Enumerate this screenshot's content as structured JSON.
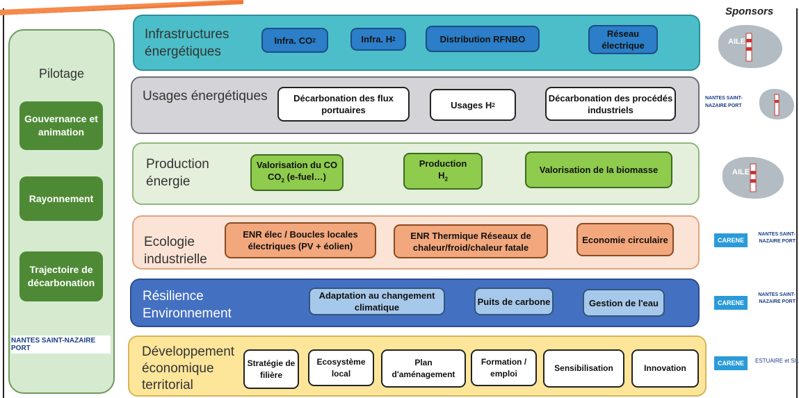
{
  "pilotage": {
    "title": "Pilotage",
    "items": [
      "Gouvernance et animation",
      "Rayonnement",
      "Trajectoire de décarbonation"
    ]
  },
  "sponsors": {
    "title": "Sponsors",
    "logos": [
      "AILE",
      "NANTES SAINT-NAZAIRE PORT",
      "CARENE",
      "ESTUAIRE et SILLON"
    ]
  },
  "bands": [
    {
      "title": [
        "Infrastructures",
        "énergétiques"
      ],
      "color": "#4bbec9",
      "items": [
        "Infra. CO",
        "Infra. H",
        "Distribution RFNBO",
        "Réseau électrique"
      ]
    },
    {
      "title": [
        "Usages énergétiques"
      ],
      "color": "#d4d4d8",
      "items": [
        "Décarbonation des flux portuaires",
        "Usages H",
        "Décarbonation des procédés industriels"
      ]
    },
    {
      "title": [
        "Production",
        "énergie"
      ],
      "color": "#e4efdc",
      "items": [
        "Valorisation du CO",
        "(e-fuel…)",
        "Production",
        "H",
        "Valorisation de la biomasse"
      ]
    },
    {
      "title": [
        "Ecologie",
        "industrielle"
      ],
      "color": "#fbe3d5",
      "items": [
        "ENR élec / Boucles locales électriques (PV + éolien)",
        "ENR Thermique Réseaux de chaleur/froid/chaleur fatale",
        "Economie circulaire"
      ]
    },
    {
      "title": [
        "Résilience",
        "Environnement"
      ],
      "color": "#4470c2",
      "items": [
        "Adaptation au changement climatique",
        "Puits de carbone",
        "Gestion de l'eau"
      ]
    },
    {
      "title": [
        "Développement",
        "économique",
        "territorial"
      ],
      "color": "#fde69a",
      "items": [
        "Stratégie de filière",
        "Ecosystème local",
        "Plan d'aménagement",
        "Formation / emploi",
        "Sensibilisation",
        "Innovation"
      ]
    }
  ],
  "subscript": "2",
  "colors": {
    "accent": "#f07a3a",
    "pilotage_green": "#4e8a35"
  }
}
